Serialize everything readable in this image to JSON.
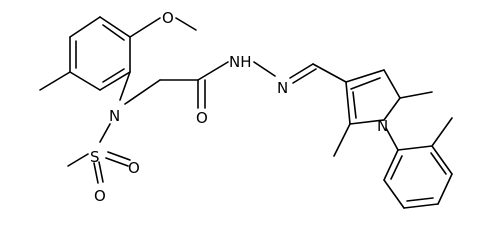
{
  "atoms": {
    "methoxy_o": "O",
    "amine_n": "N",
    "sulfur": "S",
    "sulfonyl_o1": "O",
    "sulfonyl_o2": "O",
    "carbonyl_o": "O",
    "hydrazide_nh": "NH",
    "hydrazone_n": "N",
    "pyrrole_n": "N"
  }
}
